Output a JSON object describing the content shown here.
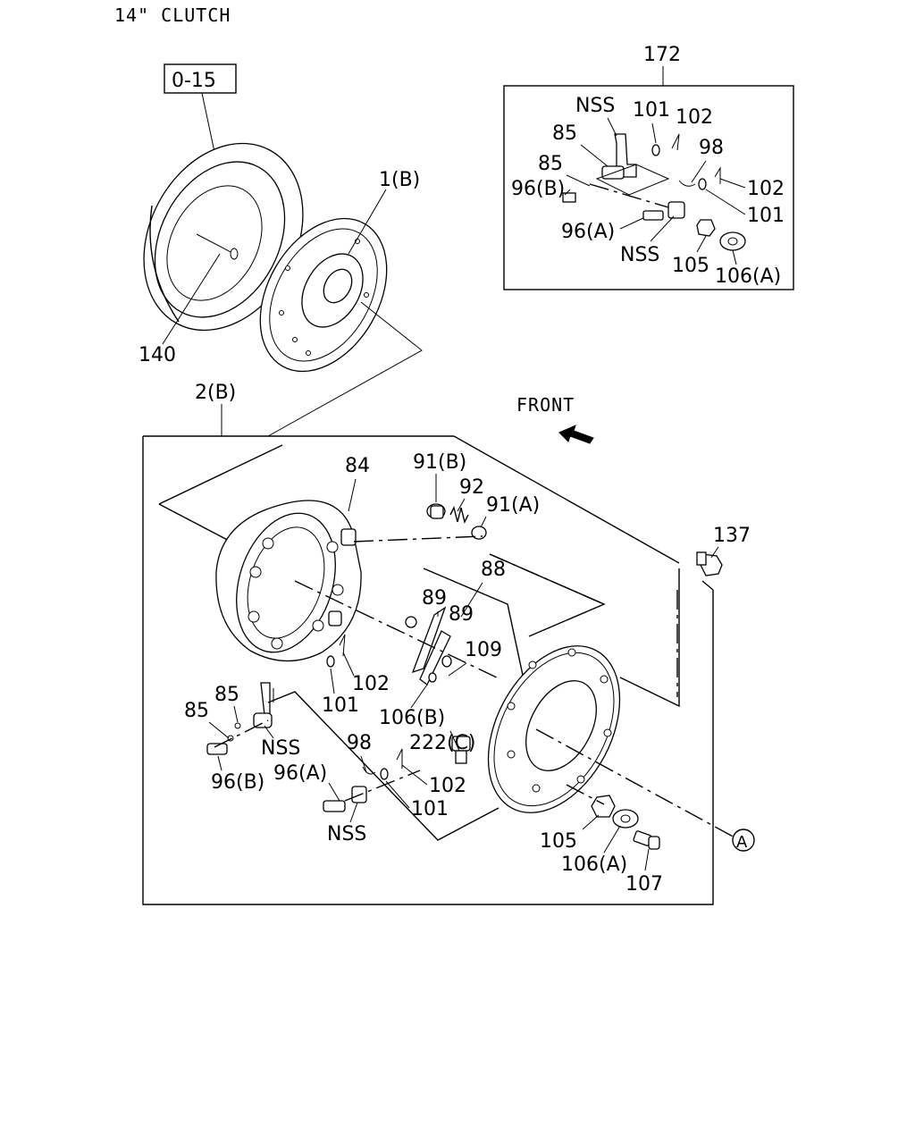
{
  "title": "14\" CLUTCH",
  "ref_box": "0-15",
  "front_label": "FRONT",
  "callouts": {
    "c172": "172",
    "nss_a": "NSS",
    "c101_a": "101",
    "c102_a": "102",
    "c85_a": "85",
    "c85_b": "85",
    "c98_a": "98",
    "c96b_a": "96(B)",
    "c102_b": "102",
    "c101_b": "101",
    "c96a_a": "96(A)",
    "nss_b": "NSS",
    "c105_a": "105",
    "c106a_a": "106(A)",
    "c1b": "1(B)",
    "c140": "140",
    "c2b": "2(B)",
    "c84": "84",
    "c91b": "91(B)",
    "c92": "92",
    "c91a": "91(A)",
    "c137": "137",
    "c88": "88",
    "c89_a": "89",
    "c89_b": "89",
    "c109": "109",
    "c102_c": "102",
    "c101_c": "101",
    "c106b": "106(B)",
    "c222c": "222(C)",
    "c85_c": "85",
    "c85_d": "85",
    "nss_c": "NSS",
    "c96b_b": "96(B)",
    "c96a_b": "96(A)",
    "c98_b": "98",
    "c102_d": "102",
    "c101_d": "101",
    "nss_d": "NSS",
    "c105_b": "105",
    "c106a_b": "106(A)",
    "c107": "107",
    "circle_a": "A"
  }
}
